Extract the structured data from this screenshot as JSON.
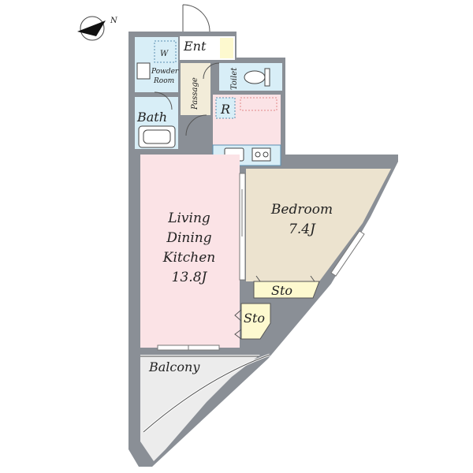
{
  "rooms": {
    "ent": "Ent",
    "washer": "W",
    "powder_room_line1": "Powder",
    "powder_room_line2": "Room",
    "passage": "Passage",
    "toilet": "Toilet",
    "refrigerator": "R",
    "bath": "Bath",
    "ldk_line1": "Living",
    "ldk_line2": "Dining",
    "ldk_line3": "Kitchen",
    "ldk_size": "13.8J",
    "bedroom": "Bedroom",
    "bedroom_size": "7.4J",
    "storage_bedroom": "Sto",
    "storage_ldk": "Sto",
    "balcony": "Balcony"
  },
  "compass": {
    "label": "N"
  },
  "colors": {
    "wall": "#8a8f96",
    "ldk": "#fbe3e6",
    "bedroom": "#ece3cf",
    "wet_area": "#d8eef7",
    "passage": "#f2ecd9",
    "storage": "#fdf9cf",
    "balcony": "#ececec"
  }
}
